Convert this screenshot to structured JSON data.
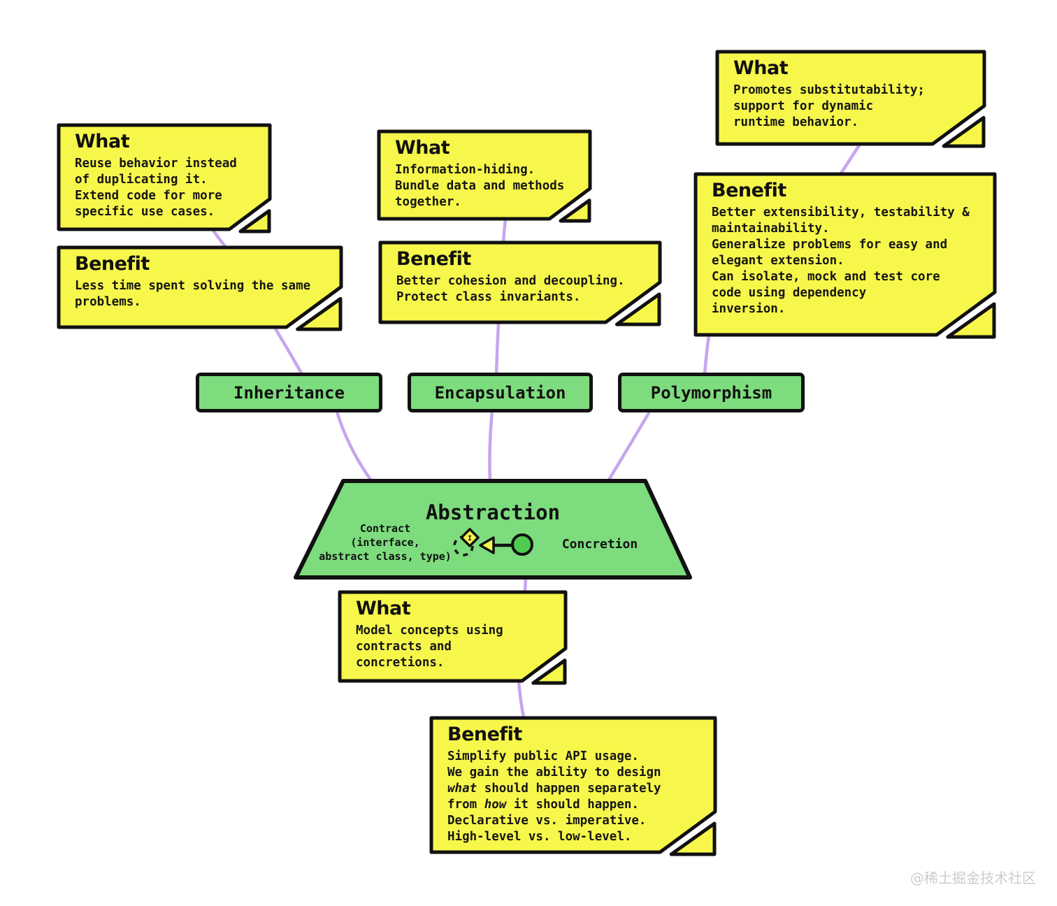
{
  "colors": {
    "note_yellow": "#f7f74b",
    "shape_green": "#7ddc7d",
    "concretion_circle_green": "#4fcb4f",
    "connector_purple": "#c7a5ef",
    "outline_black": "#111111",
    "watermark_gray": "#cccccc"
  },
  "watermark": "@稀土掘金技术社区",
  "concepts": {
    "inheritance": {
      "label": "Inheritance",
      "what": {
        "title": "What",
        "lines": [
          [
            {
              "t": "Reuse behavior instead"
            }
          ],
          [
            {
              "t": "of duplicating it."
            }
          ],
          [
            {
              "t": "Extend code for more"
            }
          ],
          [
            {
              "t": "specific use cases."
            }
          ]
        ]
      },
      "benefit": {
        "title": "Benefit",
        "lines": [
          [
            {
              "t": "Less time spent solving the same"
            }
          ],
          [
            {
              "t": "problems."
            }
          ]
        ]
      }
    },
    "encapsulation": {
      "label": "Encapsulation",
      "what": {
        "title": "What",
        "lines": [
          [
            {
              "t": "Information-hiding."
            }
          ],
          [
            {
              "t": "Bundle data and methods"
            }
          ],
          [
            {
              "t": "together."
            }
          ]
        ]
      },
      "benefit": {
        "title": "Benefit",
        "lines": [
          [
            {
              "t": "Better cohesion and decoupling."
            }
          ],
          [
            {
              "t": "Protect class invariants."
            }
          ]
        ]
      }
    },
    "polymorphism": {
      "label": "Polymorphism",
      "what": {
        "title": "What",
        "lines": [
          [
            {
              "t": "Promotes substitutability;"
            }
          ],
          [
            {
              "t": "support for dynamic"
            }
          ],
          [
            {
              "t": "runtime behavior."
            }
          ]
        ]
      },
      "benefit": {
        "title": "Benefit",
        "lines": [
          [
            {
              "t": "Better extensibility, testability &"
            }
          ],
          [
            {
              "t": "maintainability."
            }
          ],
          [
            {
              "t": "Generalize problems for easy and"
            }
          ],
          [
            {
              "t": "elegant extension."
            }
          ],
          [
            {
              "t": "Can isolate, mock and test core"
            }
          ],
          [
            {
              "t": "code using dependency"
            }
          ],
          [
            {
              "t": "inversion."
            }
          ]
        ]
      }
    },
    "abstraction": {
      "label": "Abstraction",
      "contract_label": "Contract\n(interface,\nabstract class, type)",
      "concretion_label": "Concretion",
      "interface_marker": "I",
      "what": {
        "title": "What",
        "lines": [
          [
            {
              "t": "Model concepts using"
            }
          ],
          [
            {
              "t": "contracts and"
            }
          ],
          [
            {
              "t": "concretions."
            }
          ]
        ]
      },
      "benefit": {
        "title": "Benefit",
        "lines": [
          [
            {
              "t": "Simplify public API usage."
            }
          ],
          [
            {
              "t": "We gain the ability to design"
            }
          ],
          [
            {
              "t": "what",
              "i": true
            },
            {
              "t": " should happen separately"
            }
          ],
          [
            {
              "t": "from "
            },
            {
              "t": "how",
              "i": true
            },
            {
              "t": " it should happen."
            }
          ],
          [
            {
              "t": "Declarative vs. imperative."
            }
          ],
          [
            {
              "t": "High-level vs. low-level."
            }
          ]
        ]
      }
    }
  }
}
